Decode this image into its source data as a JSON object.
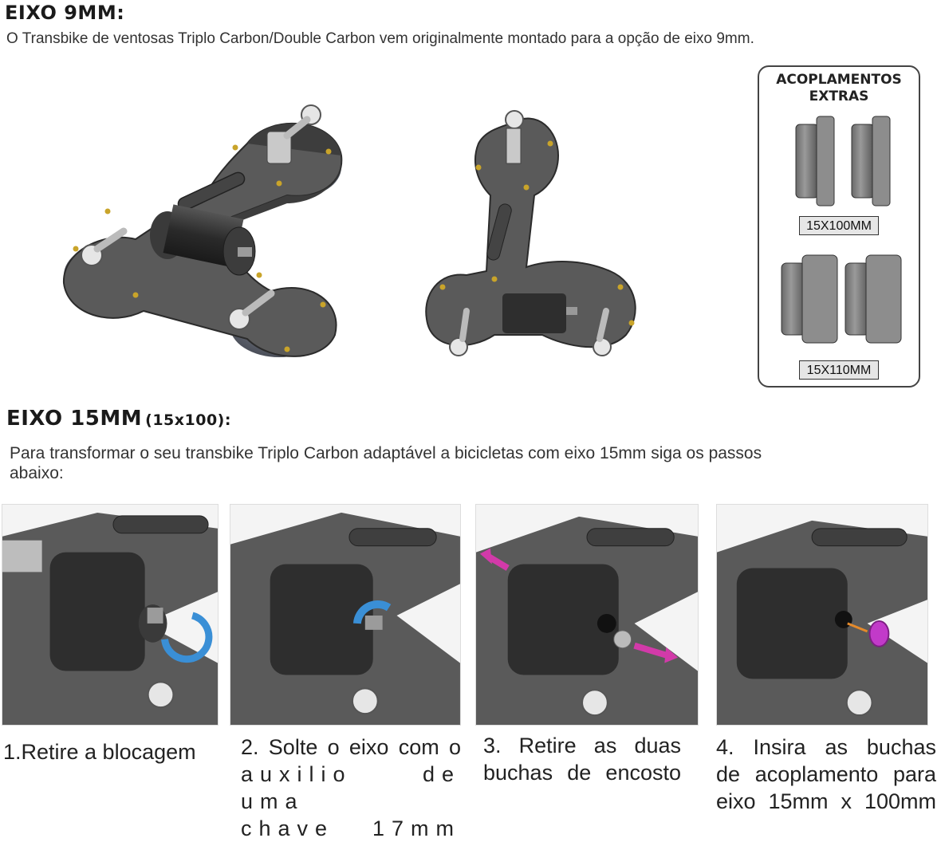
{
  "section1": {
    "title": "EIXO 9MM:",
    "description": "O Transbike de ventosas Triplo Carbon/Double Carbon vem originalmente montado para a opção de eixo 9mm."
  },
  "extras": {
    "title_line1": "ACOPLAMENTOS",
    "title_line2": "EXTRAS",
    "size1": "15X100MM",
    "size2": "15X110MM"
  },
  "section2": {
    "title": "EIXO 15MM",
    "subtitle": "(15x100):",
    "description": "Para transformar o seu transbike Triplo Carbon adaptável a bicicletas com eixo 15mm siga os passos abaixo:"
  },
  "steps": [
    {
      "line1": "1.Retire a blocagem",
      "line2": "",
      "line3": ""
    },
    {
      "line1": "2. Solte o eixo com o",
      "line2": "auxilio de uma",
      "line3": "chave 17mm"
    },
    {
      "line1": "3. Retire as duas",
      "line2": "buchas de encosto",
      "line3": ""
    },
    {
      "line1": "4. Insira as buchas",
      "line2": "de acoplamento para",
      "line3": "eixo 15mm x 100mm"
    }
  ],
  "colors": {
    "plate": "#5a5a5a",
    "plate_dark": "#3d3d3d",
    "cylinder": "#2e2e2e",
    "screw": "#c9a42a",
    "arrow_blue": "#3a8fd6",
    "arrow_magenta": "#d23aa9",
    "arrow_orange": "#e58a2b"
  }
}
